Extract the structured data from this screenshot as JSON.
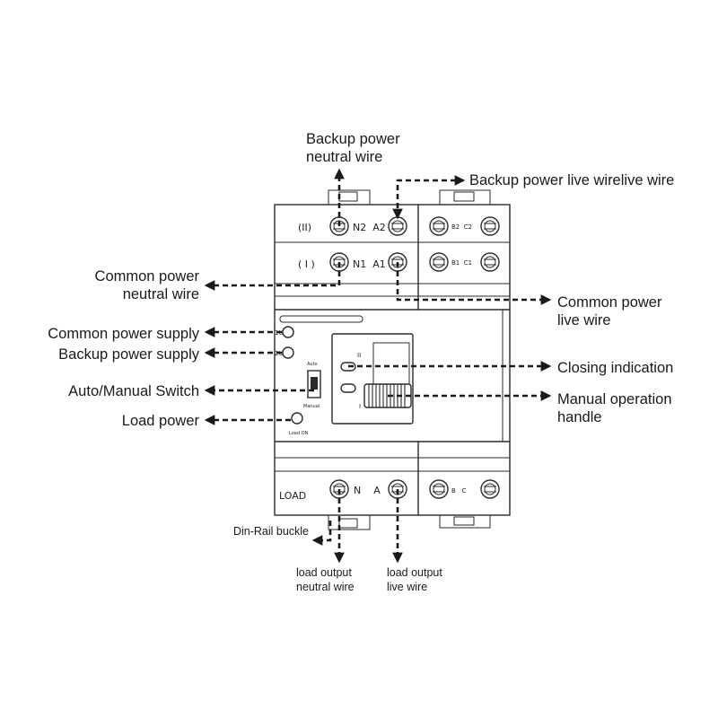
{
  "device": {
    "row1_label": "(II)",
    "row1_left_terms": "N2  A2",
    "row1_right_terms": "B2  C2",
    "row2_label": "( I )",
    "row2_left_terms": "N1  A1",
    "row2_right_terms": "B1  C1",
    "ind1": "1U",
    "ind2": "2U",
    "auto_text": "Auto",
    "manual_text": "Manual",
    "load_on_text": "Load ON",
    "pos_2": "II",
    "pos_1": "I",
    "load_label": "LOAD",
    "load_left_terms": "N    A",
    "load_right_terms": "B   C"
  },
  "callouts": {
    "backup_neutral_1": "Backup power",
    "backup_neutral_2": "neutral wire",
    "backup_live": "Backup power live wirelive wire",
    "common_neutral_1": "Common power",
    "common_neutral_2": "neutral wire",
    "common_live_1": "Common power",
    "common_live_2": "live wire",
    "common_supply": "Common power supply",
    "backup_supply": "Backup power supply",
    "auto_manual": "Auto/Manual Switch",
    "load_power": "Load power",
    "closing": "Closing indication",
    "handle_1": "Manual operation",
    "handle_2": "handle",
    "din_rail": "Din-Rail buckle",
    "load_neutral_1": "load output",
    "load_neutral_2": "neutral wire",
    "load_live_1": "load output",
    "load_live_2": "live wire"
  }
}
